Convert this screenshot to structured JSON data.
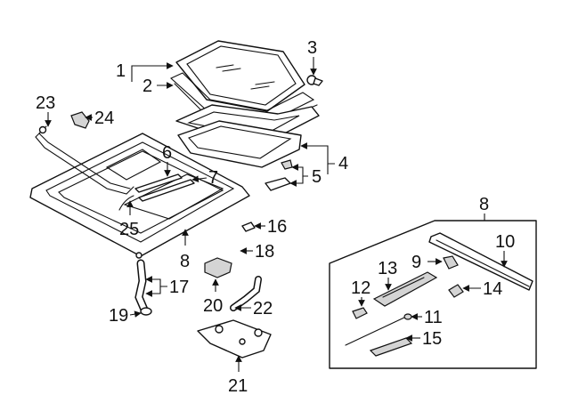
{
  "callouts": {
    "c1": "1",
    "c2": "2",
    "c3": "3",
    "c4": "4",
    "c5": "5",
    "c6": "6",
    "c7": "7",
    "c8a": "8",
    "c8b": "8",
    "c9": "9",
    "c10": "10",
    "c11": "11",
    "c12": "12",
    "c13": "13",
    "c14": "14",
    "c15": "15",
    "c16": "16",
    "c17": "17",
    "c18": "18",
    "c19": "19",
    "c20": "20",
    "c21": "21",
    "c22": "22",
    "c23": "23",
    "c24": "24",
    "c25": "25"
  },
  "colors": {
    "line": "#111111",
    "background": "#ffffff",
    "shade": "#d4d4d4"
  }
}
